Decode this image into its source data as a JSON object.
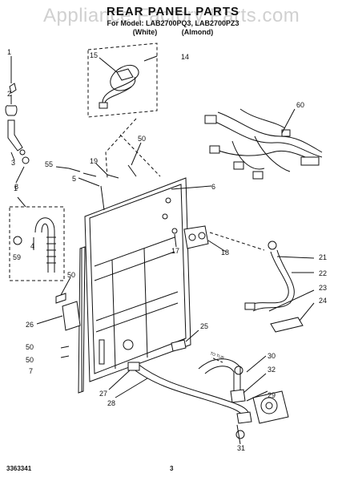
{
  "header": {
    "title": "REAR PANEL PARTS",
    "models_line": "For Model: LAB2700PQ3, LAB2700PZ3",
    "color_left": "(White)",
    "color_right": "(Almond)"
  },
  "watermark": "Appliance Factory Parts.com",
  "footer": {
    "doc_number": "3363341",
    "page": "3"
  },
  "callouts": [
    "1",
    "2",
    "3",
    "1",
    "4",
    "5",
    "6",
    "7",
    "8",
    "14",
    "15",
    "17",
    "18",
    "19",
    "21",
    "22",
    "23",
    "24",
    "25",
    "26",
    "27",
    "28",
    "29",
    "30",
    "31",
    "32",
    "50",
    "50",
    "50",
    "50",
    "55",
    "59",
    "60"
  ],
  "part_tag": "TO TUB"
}
